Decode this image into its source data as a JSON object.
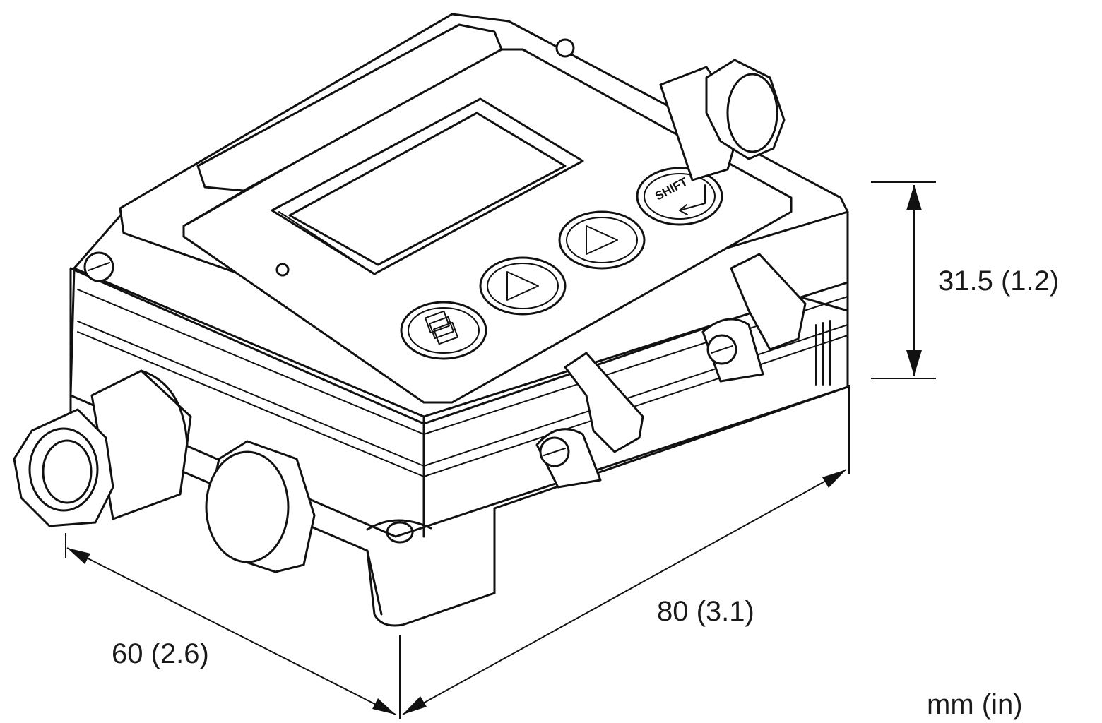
{
  "dimensions": {
    "height_label": "31.5 (1.2)",
    "width_label": "60 (2.6)",
    "length_label": "80 (3.1)",
    "units_label": "mm (in)"
  },
  "device": {
    "shift_button_label": "SHIFT"
  },
  "colors": {
    "line": "#111111",
    "background": "#ffffff"
  }
}
